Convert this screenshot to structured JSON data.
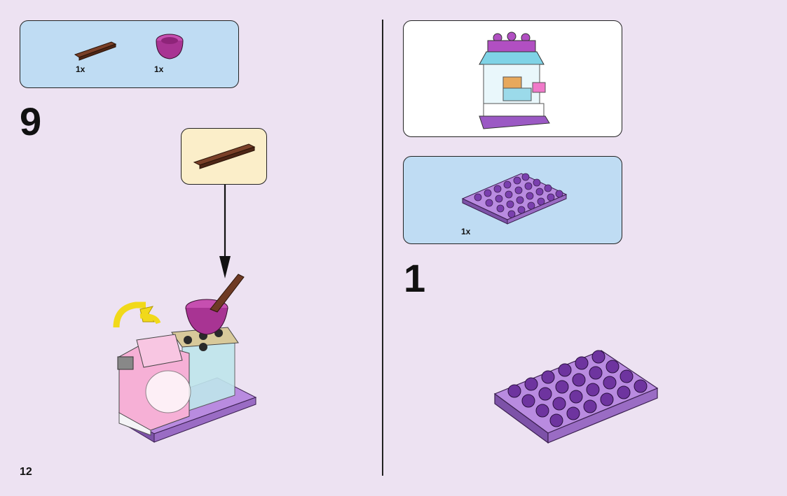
{
  "page_number": "12",
  "left": {
    "parts": [
      {
        "name": "brown-bar-piece",
        "qty": "1x"
      },
      {
        "name": "magenta-cone-piece",
        "qty": "1x"
      }
    ],
    "step_number": "9"
  },
  "right": {
    "parts": [
      {
        "name": "purple-plate-piece",
        "qty": "1x"
      }
    ],
    "step_number": "1"
  },
  "colors": {
    "background": "#ede2f2",
    "parts_panel": "#bfdcf3",
    "callout": "#fbeec9",
    "brick_brown": "#6e3a24",
    "brick_magenta": "#b43a9e",
    "plate_purple": "#9b59c4"
  }
}
